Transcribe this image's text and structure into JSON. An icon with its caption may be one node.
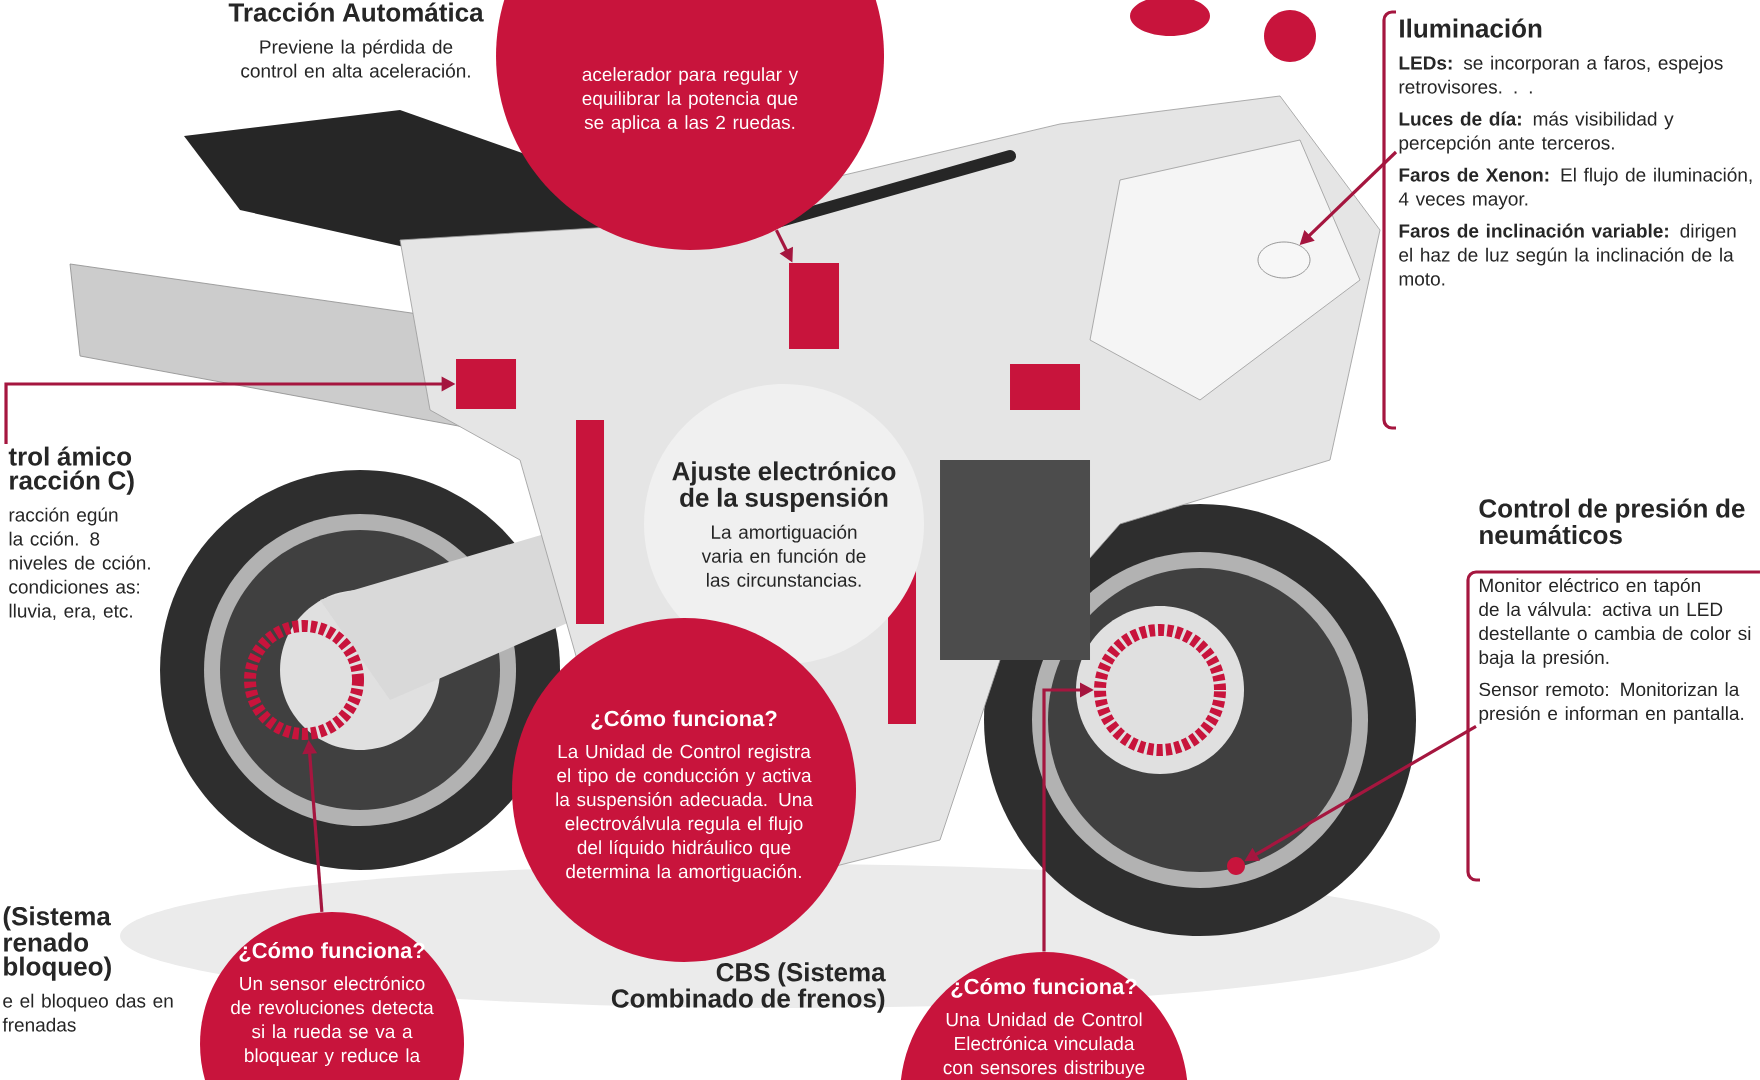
{
  "diagram": {
    "nodes": [
      {
        "text": [
          "Tracción Automática",
          "Previene la pérdida de control en alta aceleración."
        ]
      },
      {
        "text": [
          "acelerador para regular y equilibrar la potencia que se aplica a las 2 ruedas."
        ]
      },
      {
        "text": [
          "Iluminación",
          "**LEDs:** se incorporan a faros, espejos retrovisores. . .",
          "**Luces de día:** más visibilidad y percepción ante terceros.",
          "**Faros de Xenon:** El flujo de iluminación, 4 veces mayor.",
          "**Faros de inclinación variable:** dirigen el haz de luz según la inclinación de la moto."
        ]
      },
      {
        "text": [
          "trol ámico racción C)",
          "racción egún la cción. 8 niveles de cción. condiciones as: lluvia, era, etc."
        ]
      },
      {
        "text": [
          "(Sistema renado bloqueo)",
          "e el bloqueo das en frenadas"
        ]
      },
      {
        "text": [
          "Ajuste electrónico de la suspensión",
          "La amortiguación varia en función de las circunstancias."
        ]
      },
      {
        "text": [
          "¿Cómo funciona?",
          "La Unidad de Control registra el tipo de conducción y activa la suspensión adecuada. Una electroválvula regula el flujo del líquido hidráulico que determina la amortiguación."
        ]
      },
      {
        "text": [
          "¿Cómo funciona?",
          "Un sensor electrónico de revoluciones detecta si la rueda se va a bloquear y reduce la"
        ]
      },
      {
        "text": [
          "CBS (Sistema Combinado de frenos)"
        ]
      },
      {
        "text": [
          "¿Cómo funciona?",
          "Una Unidad de Control Electrónica vinculada con sensores distribuye"
        ]
      },
      {
        "text": [
          "Control de presión de neumáticos",
          "Monitor eléctrico en tapón de la válvula: activa un LED destellante o cambia de color si baja la presión.",
          "Sensor remoto: Monitorizan la presión e informan en pantalla."
        ]
      },
      {
        "text": [],
        "shape": "box"
      },
      {
        "text": [],
        "shape": "circle"
      },
      {
        "text": [],
        "shape": "box"
      },
      {
        "text": [],
        "shape": "circle"
      },
      {
        "text": [],
        "shape": "circle"
      },
      {
        "text": [],
        "shape": "circle"
      }
    ],
    "edges": [
      {
        "from": 1,
        "to": 11,
        "arrow": "to"
      },
      {
        "from": 2,
        "to": 12,
        "arrow": "to"
      },
      {
        "from": 3,
        "to": 13,
        "arrow": "to"
      },
      {
        "from": 7,
        "to": 14,
        "arrow": "to"
      },
      {
        "from": 9,
        "to": 15,
        "arrow": "to"
      },
      {
        "from": 10,
        "to": 16,
        "arrow": "to"
      }
    ]
  }
}
